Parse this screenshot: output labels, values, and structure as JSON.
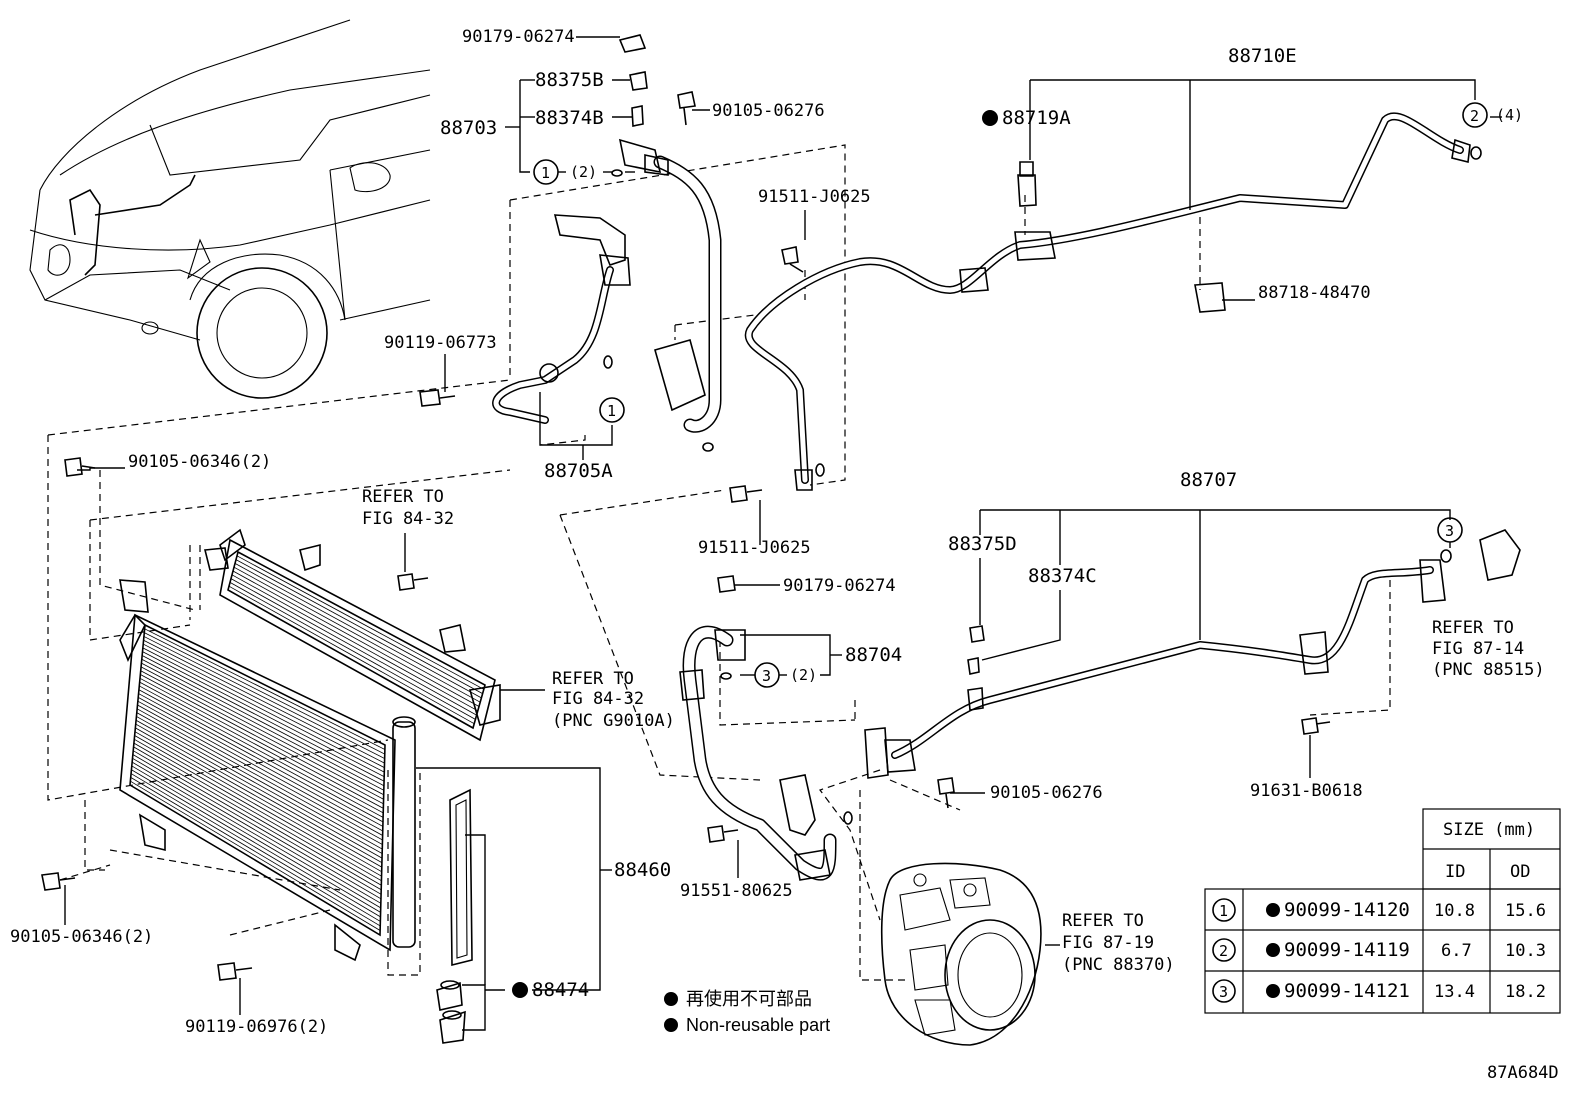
{
  "diagram_id": "87A684D",
  "labels": {
    "l_90179_top": "90179-06274",
    "l_88375B": "88375B",
    "l_88374B": "88374B",
    "l_88703": "88703",
    "l_90105_06276_top": "90105-06276",
    "l_ring1_qty": "(2)",
    "l_91511_top": "91511-J0625",
    "l_90119_06773": "90119-06773",
    "l_88705A": "88705A",
    "l_88710E": "88710E",
    "l_88719A": "88719A",
    "l_ring2_qty": "(4)",
    "l_88718": "88718-48470",
    "l_90105_06346_top": "90105-06346(2)",
    "l_refer1_a": "REFER TO",
    "l_refer1_b": "FIG 84-32",
    "l_refer2_a": "REFER TO",
    "l_refer2_b": "FIG 84-32",
    "l_refer2_c": "(PNC G9010A)",
    "l_91511_bottom": "91511-J0625",
    "l_88707": "88707",
    "l_88375D": "88375D",
    "l_88374C": "88374C",
    "l_90179_mid": "90179-06274",
    "l_88704": "88704",
    "l_ring3_qty": "(2)",
    "l_refer3_a": "REFER TO",
    "l_refer3_b": "FIG 87-14",
    "l_refer3_c": "(PNC 88515)",
    "l_90105_06276_mid": "90105-06276",
    "l_91631": "91631-B0618",
    "l_88460": "88460",
    "l_91551": "91551-80625",
    "l_refer4_a": "REFER TO",
    "l_refer4_b": "FIG 87-19",
    "l_refer4_c": "(PNC 88370)",
    "l_90105_06346_bottom": "90105-06346(2)",
    "l_88474": "88474",
    "l_90119_06976": "90119-06976(2)"
  },
  "legend": {
    "japanese": "再使用不可部品",
    "english": "Non-reusable part"
  },
  "ring_table": {
    "header_size": "SIZE (mm)",
    "col_id": "ID",
    "col_od": "OD",
    "rows": [
      {
        "ref": "1",
        "part": "90099-14120",
        "id": "10.8",
        "od": "15.6"
      },
      {
        "ref": "2",
        "part": "90099-14119",
        "id": "6.7",
        "od": "10.3"
      },
      {
        "ref": "3",
        "part": "90099-14121",
        "id": "13.4",
        "od": "18.2"
      }
    ]
  },
  "callout_numbers": {
    "c1a": "1",
    "c1b": "1",
    "c2": "2",
    "c3a": "3",
    "c3b": "3"
  }
}
